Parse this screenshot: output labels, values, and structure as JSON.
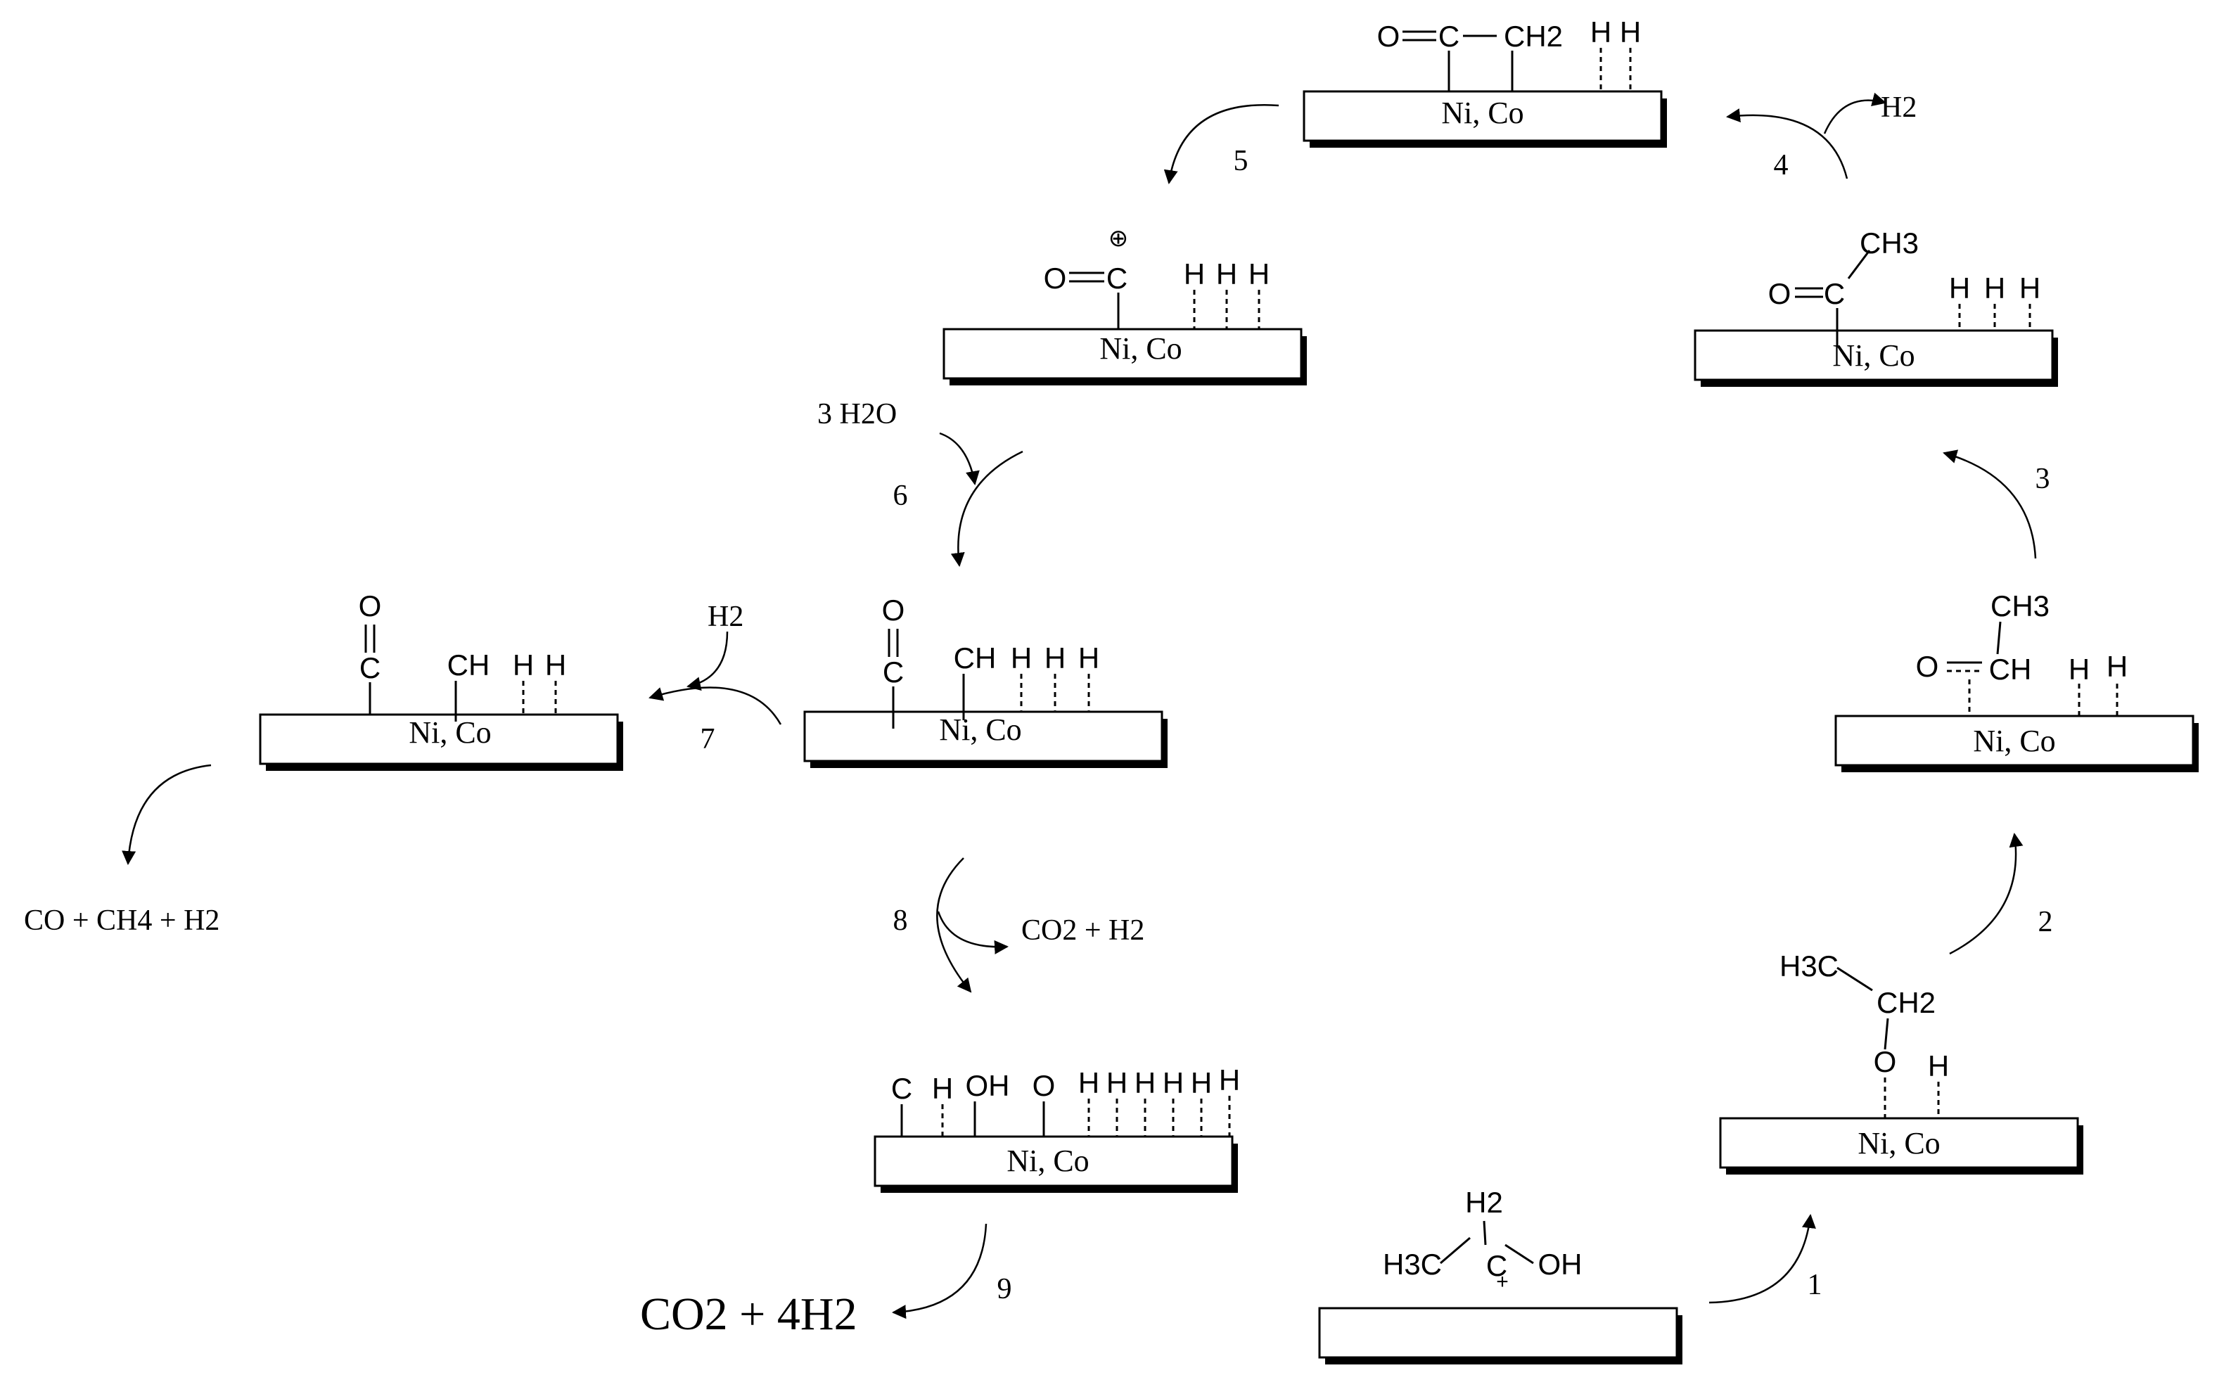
{
  "surface_label": "Ni, Co",
  "reactant": {
    "h2": "H2",
    "h3c": "H3C",
    "c": "C",
    "oh": "OH",
    "plus": "+"
  },
  "s1": {
    "h3c": "H3C",
    "ch2": "CH2",
    "o": "O",
    "h": "H"
  },
  "s2": {
    "ch3": "CH3",
    "o": "O",
    "ch": "CH",
    "h1": "H",
    "h2": "H"
  },
  "s3": {
    "ch3": "CH3",
    "o": "O",
    "c": "C",
    "h": [
      "H",
      "H",
      "H"
    ]
  },
  "s4": {
    "o": "O",
    "c": "C",
    "ch2": "CH2",
    "h": [
      "H",
      "H"
    ]
  },
  "s5": {
    "plus": "⊕",
    "o": "O",
    "c": "C",
    "h": [
      "H",
      "H",
      "H"
    ]
  },
  "s6": {
    "o": "O",
    "c": "C",
    "ch": "CH",
    "h": [
      "H",
      "H",
      "H"
    ]
  },
  "s7": {
    "o": "O",
    "c": "C",
    "ch": "CH",
    "h": [
      "H",
      "H"
    ]
  },
  "s8": {
    "c": "C",
    "h": "H",
    "oh": "OH",
    "o": "O",
    "hs": [
      "H",
      "H",
      "H",
      "H",
      "H",
      "H"
    ]
  },
  "steps": [
    "1",
    "2",
    "3",
    "4",
    "5",
    "6",
    "7",
    "8",
    "9"
  ],
  "species": {
    "h2_release": "H2",
    "water": "3 H2O",
    "h2_consumed": "H2",
    "co2_h2": "CO2 + H2",
    "co_ch4_h2": "CO + CH4 + H2",
    "co2_4h2": "CO2 + 4H2"
  }
}
